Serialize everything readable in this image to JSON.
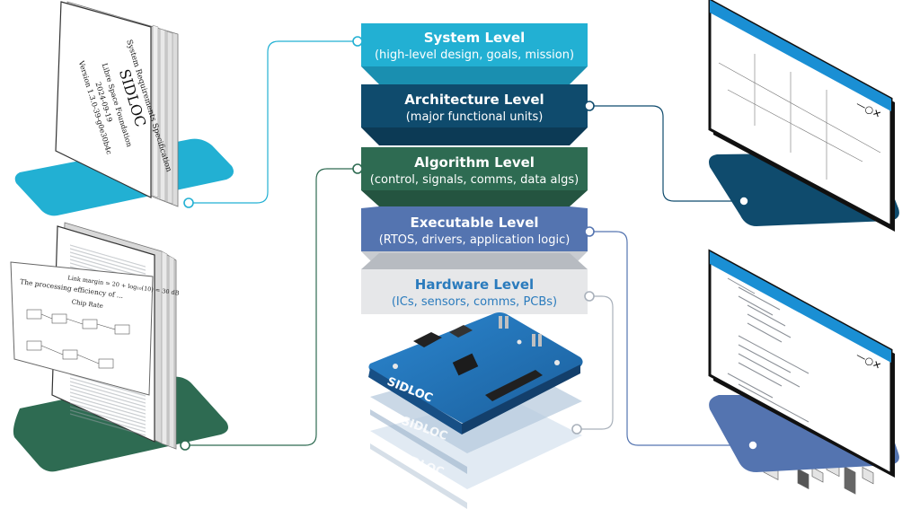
{
  "levels": [
    {
      "title": "System Level",
      "subtitle": "(high-level design, goals, mission)",
      "color": "#22b0d3",
      "text_color": "#ffffff"
    },
    {
      "title": "Architecture Level",
      "subtitle": "(major functional units)",
      "color": "#0f4b6d",
      "text_color": "#ffffff"
    },
    {
      "title": "Algorithm Level",
      "subtitle": "(control, signals, comms, data algs)",
      "color": "#2e6b52",
      "text_color": "#ffffff"
    },
    {
      "title": "Executable Level",
      "subtitle": "(RTOS, drivers, application logic)",
      "color": "#5474b0",
      "text_color": "#ffffff"
    },
    {
      "title": "Hardware Level",
      "subtitle": "(ICs, sensors, comms, PCBs)",
      "color": "#e6e7e9",
      "text_color": "#2a7bbd"
    }
  ],
  "book": {
    "title": "System Requirements Specification",
    "name": "SIDLOC",
    "org": "Libre Space Foundation",
    "date": "2024-09-19",
    "version": "Version 1.3.0-39-g0e30b4c"
  },
  "paper": {
    "formula_1": "Link margin = 20 + log₁₀(10) = 30 dB",
    "formula_2": "Chip Rate",
    "formula_3": "The processing efficiency of ..."
  },
  "board": {
    "label": "SIDLOC"
  },
  "window_controls": "—○✕",
  "colors": {
    "cyan": "#22b0d3",
    "navy": "#0f4b6d",
    "green": "#2e6b52",
    "blue": "#5474b0",
    "gray": "#a9b1bb",
    "pcb": "#1f6fb5"
  },
  "icons": [
    "connector-node-icon"
  ]
}
